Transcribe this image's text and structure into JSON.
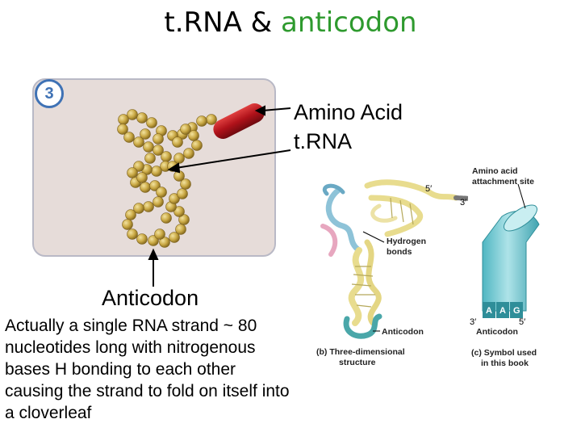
{
  "title": {
    "part1": "t.RNA & ",
    "part2": "anticodon"
  },
  "colors": {
    "title_accent": "#2e9a2e",
    "badge": "#3f72b5",
    "amino_acid": "#b0121a",
    "panel_bg": "#e6dcd9",
    "bead": "#c9a844"
  },
  "panel": {
    "badge_number": "3"
  },
  "labels": {
    "amino_acid": "Amino Acid",
    "trna": "t.RNA",
    "anticodon": "Anticodon"
  },
  "description": "Actually a single RNA strand ~ 80 nucleotides long with nitrogenous bases H bonding to each other causing the strand to fold on itself into a cloverleaf",
  "structure_b": {
    "five_prime": "5′",
    "three_prime": "3′",
    "hydrogen_bonds": [
      "Hydrogen",
      "bonds"
    ],
    "anticodon": "Anticodon",
    "caption": [
      "(b) Three-dimensional",
      "structure"
    ]
  },
  "structure_c": {
    "attachment_site": [
      "Amino acid",
      "attachment site"
    ],
    "three_prime": "3′",
    "five_prime": "5′",
    "bases": [
      "A",
      "A",
      "G"
    ],
    "anticodon": "Anticodon",
    "caption": [
      "(c) Symbol used",
      "in this book"
    ]
  }
}
